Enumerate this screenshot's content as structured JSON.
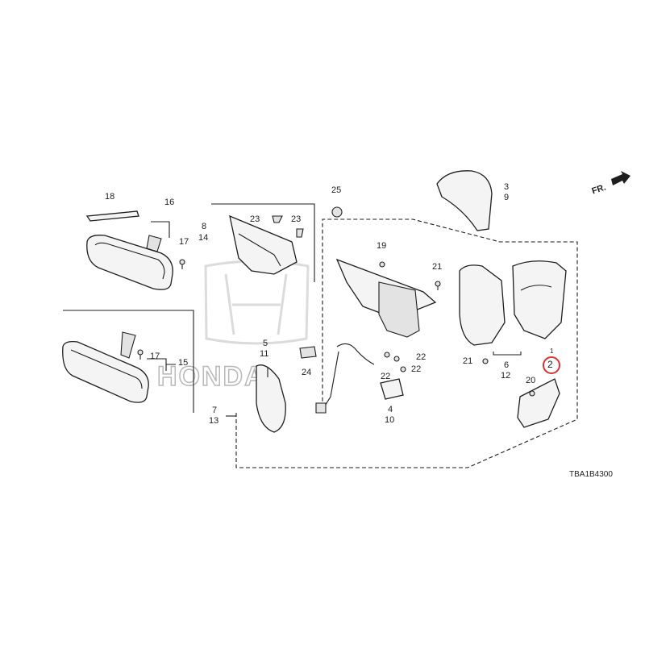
{
  "diagram": {
    "code": "TBA1B4300",
    "direction": "FR.",
    "watermark": "HONDA",
    "highlight_color": "#e03030",
    "labels": {
      "l18": "18",
      "l16": "16",
      "l17a": "17",
      "l8": "8",
      "l14": "14",
      "l23a": "23",
      "l23b": "23",
      "l25": "25",
      "l3": "3",
      "l9": "9",
      "l19": "19",
      "l21a": "21",
      "l21b": "21",
      "l6": "6",
      "l12": "12",
      "l1": "1",
      "l2": "2",
      "l20": "20",
      "l17b": "17",
      "l15": "15",
      "l5": "5",
      "l11": "11",
      "l24": "24",
      "l22a": "22",
      "l22b": "22",
      "l22c": "22",
      "l4": "4",
      "l10": "10",
      "l7": "7",
      "l13": "13"
    }
  }
}
